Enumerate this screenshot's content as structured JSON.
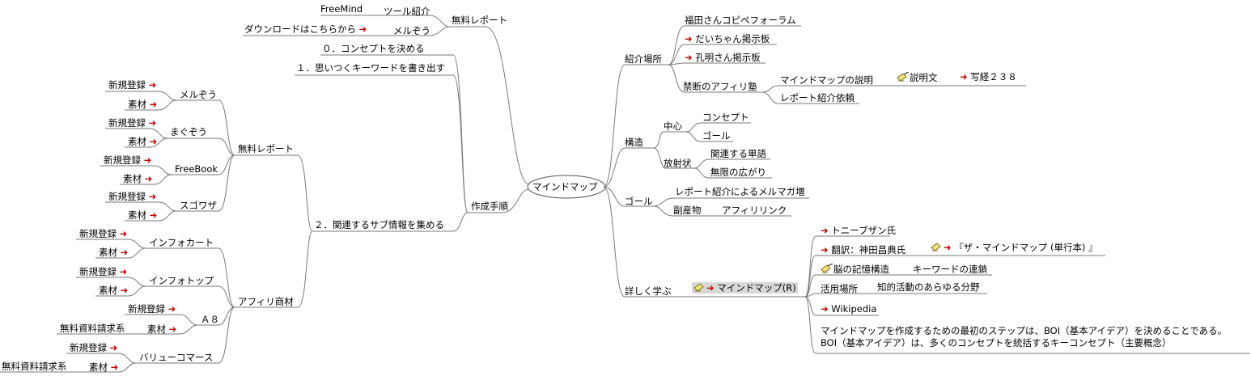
{
  "colors": {
    "line": "#7a7a7a",
    "arrow": "#cc0000",
    "highlight": "#d8d8d8"
  },
  "icons": {
    "arrow": "red-arrow-icon",
    "memo": "note-pencil-icon"
  },
  "arrow": "➜",
  "root": "マインドマップ",
  "left": {
    "free_report": "無料レポート",
    "freemind": "FreeMind",
    "tool_intro": "ツール紹介",
    "download": "ダウンロードはこちらから",
    "melzo": "メルぞう",
    "steps": "作成手順",
    "step0": "０．コンセプトを決める",
    "step1": "１．思いつくキーワードを書き出す",
    "step2": "２．関連するサブ情報を集める",
    "report2": "無料レポート",
    "affiliate": "アフィリ商材",
    "melzo2": "メルぞう",
    "magzo": "まぐぞう",
    "freebook": "FreeBook",
    "sugowaza": "スゴワザ",
    "infocart": "インフォカート",
    "infotop": "インフォトップ",
    "a8": "Ａ８",
    "value": "バリューコマース",
    "new_reg": "新規登録",
    "material": "素材",
    "free_req": "無料資料請求系"
  },
  "right": {
    "intro": "紹介場所",
    "fukuda": "福田さんコピペフォーラム",
    "daichan": "だいちゃん掲示板",
    "koumei": "孔明さん掲示板",
    "kindan": "禁断のアフィリ塾",
    "mm_explain": "マインドマップの説明",
    "explain_doc": "説明文",
    "shakyo": "写経２３８",
    "report_req": "レポート紹介依頼",
    "structure": "構造",
    "center": "中心",
    "concept": "コンセプト",
    "goal_node": "ゴール",
    "radial": "放射状",
    "related_words": "関連する単語",
    "infinite": "無限の広がり",
    "goal": "ゴール",
    "report_mag": "レポート紹介によるメルマガ増",
    "byproduct": "副産物",
    "affiliate_link": "アフィリリンク",
    "learn": "詳しく学ぶ",
    "mindmap_r": "マインドマップ(R)",
    "tony": "トニーブザン氏",
    "translator": "翻訳：神田昌典氏",
    "book": "『ザ・マインドマップ (単行本) 』",
    "brain": "脳の記憶構造",
    "keyword_chain": "キーワードの連鎖",
    "usage": "活用場所",
    "intellectual": "知的活動のあらゆる分野",
    "wikipedia": "Wikipedia",
    "note_line1": "マインドマップを作成するための最初のステップは、BOI（基本アイデア）を決めることである。",
    "note_line2": "BOI（基本アイデア）は、多くのコンセプトを統括するキーコンセプト（主要概念）"
  }
}
